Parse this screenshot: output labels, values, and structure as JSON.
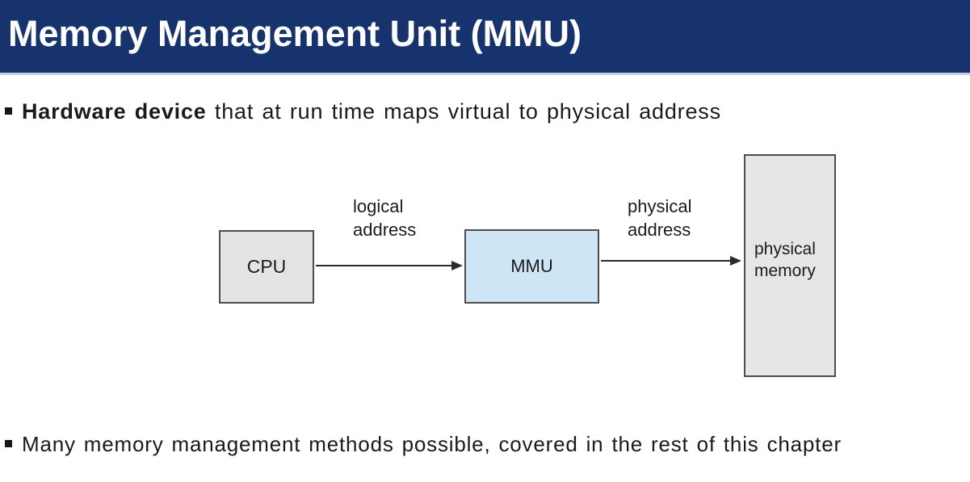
{
  "title": "Memory Management Unit (MMU)",
  "bullets": [
    {
      "bold": "Hardware device",
      "text": " that at run time maps virtual to physical address"
    },
    {
      "text": "Many memory management methods possible, covered in the rest of this chapter"
    }
  ],
  "diagram": {
    "cpu_label": "CPU",
    "mmu_label": "MMU",
    "memory_label_line1": "physical",
    "memory_label_line2": "memory",
    "logical_address": {
      "line1": "logical",
      "line2": "address"
    },
    "physical_address": {
      "line1": "physical",
      "line2": "address"
    }
  },
  "colors": {
    "header_bg": "#17336e",
    "header_underline": "#c6cfe2",
    "title_text": "#ffffff",
    "body_text": "#1a1a1a",
    "cpu_box_fill": "#e4e4e2",
    "mmu_box_fill": "#cde5f5",
    "memory_box_fill": "#e6e6e4",
    "box_border": "#4d4d4d",
    "arrow": "#2b2b2b"
  }
}
